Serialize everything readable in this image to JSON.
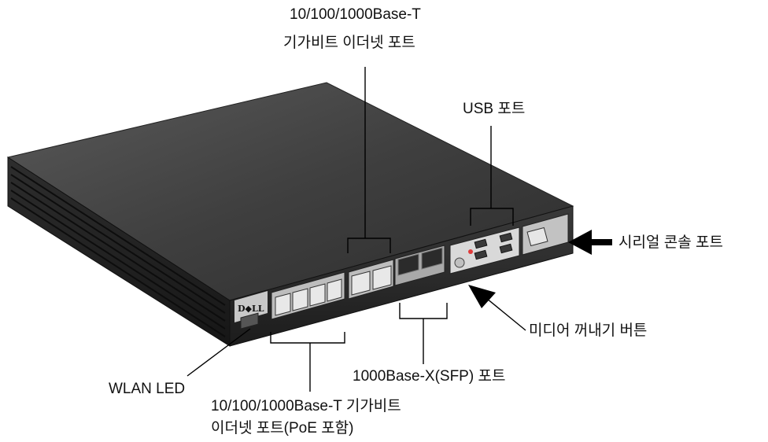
{
  "labels": {
    "gige_top_line1": "10/100/1000Base-T",
    "gige_top_line2": "기가비트 이더넷 포트",
    "usb": "USB 포트",
    "serial_console": "시리얼 콘솔 포트",
    "media_eject": "미디어 꺼내기 버튼",
    "sfp": "1000Base-X(SFP) 포트",
    "wlan_led": "WLAN LED",
    "poe_line1": "10/100/1000Base-T 기가비트",
    "poe_line2": "이더넷 포트(PoE 포함)"
  },
  "device": {
    "brand_logo": "D◆LL"
  },
  "colors": {
    "chassis_top": "#3d3d3d",
    "chassis_front": "#2a2a2a",
    "port_panel": "#d9d9d9",
    "callout": "#000000"
  }
}
